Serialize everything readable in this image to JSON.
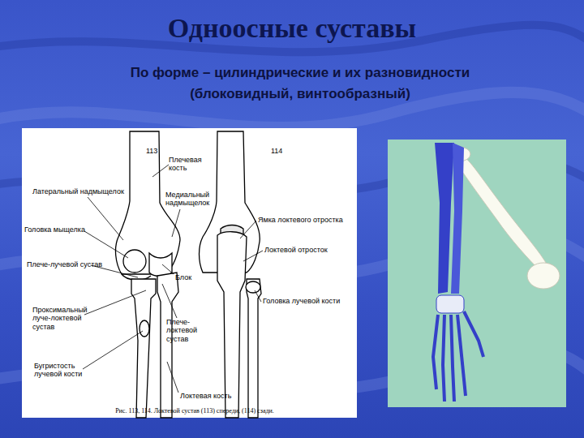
{
  "diagram": {
    "title": "Одноосные суставы",
    "caption": "Рис. 113, 114. Локтевой сустав (113) спереди, (114) сзади.",
    "labels": [
      "По форме – цилиндрические и их разновидности",
      "(блоковидный, винтообразный)",
      "113",
      "114",
      "Плечевая кость",
      "Латеральный надмыщелок",
      "Медиальный надмыщелок",
      "Головка мыщелка",
      "Плече-лучевой сустав",
      "Проксимальный луче-локтевой сустав",
      "Бугристость лучевой кости",
      "Блок",
      "Плече-локтевой сустав",
      "Локтевая кость",
      "Ямка локтевого отростка",
      "Локтевой отросток",
      "Головка лучевой кости"
    ]
  }
}
